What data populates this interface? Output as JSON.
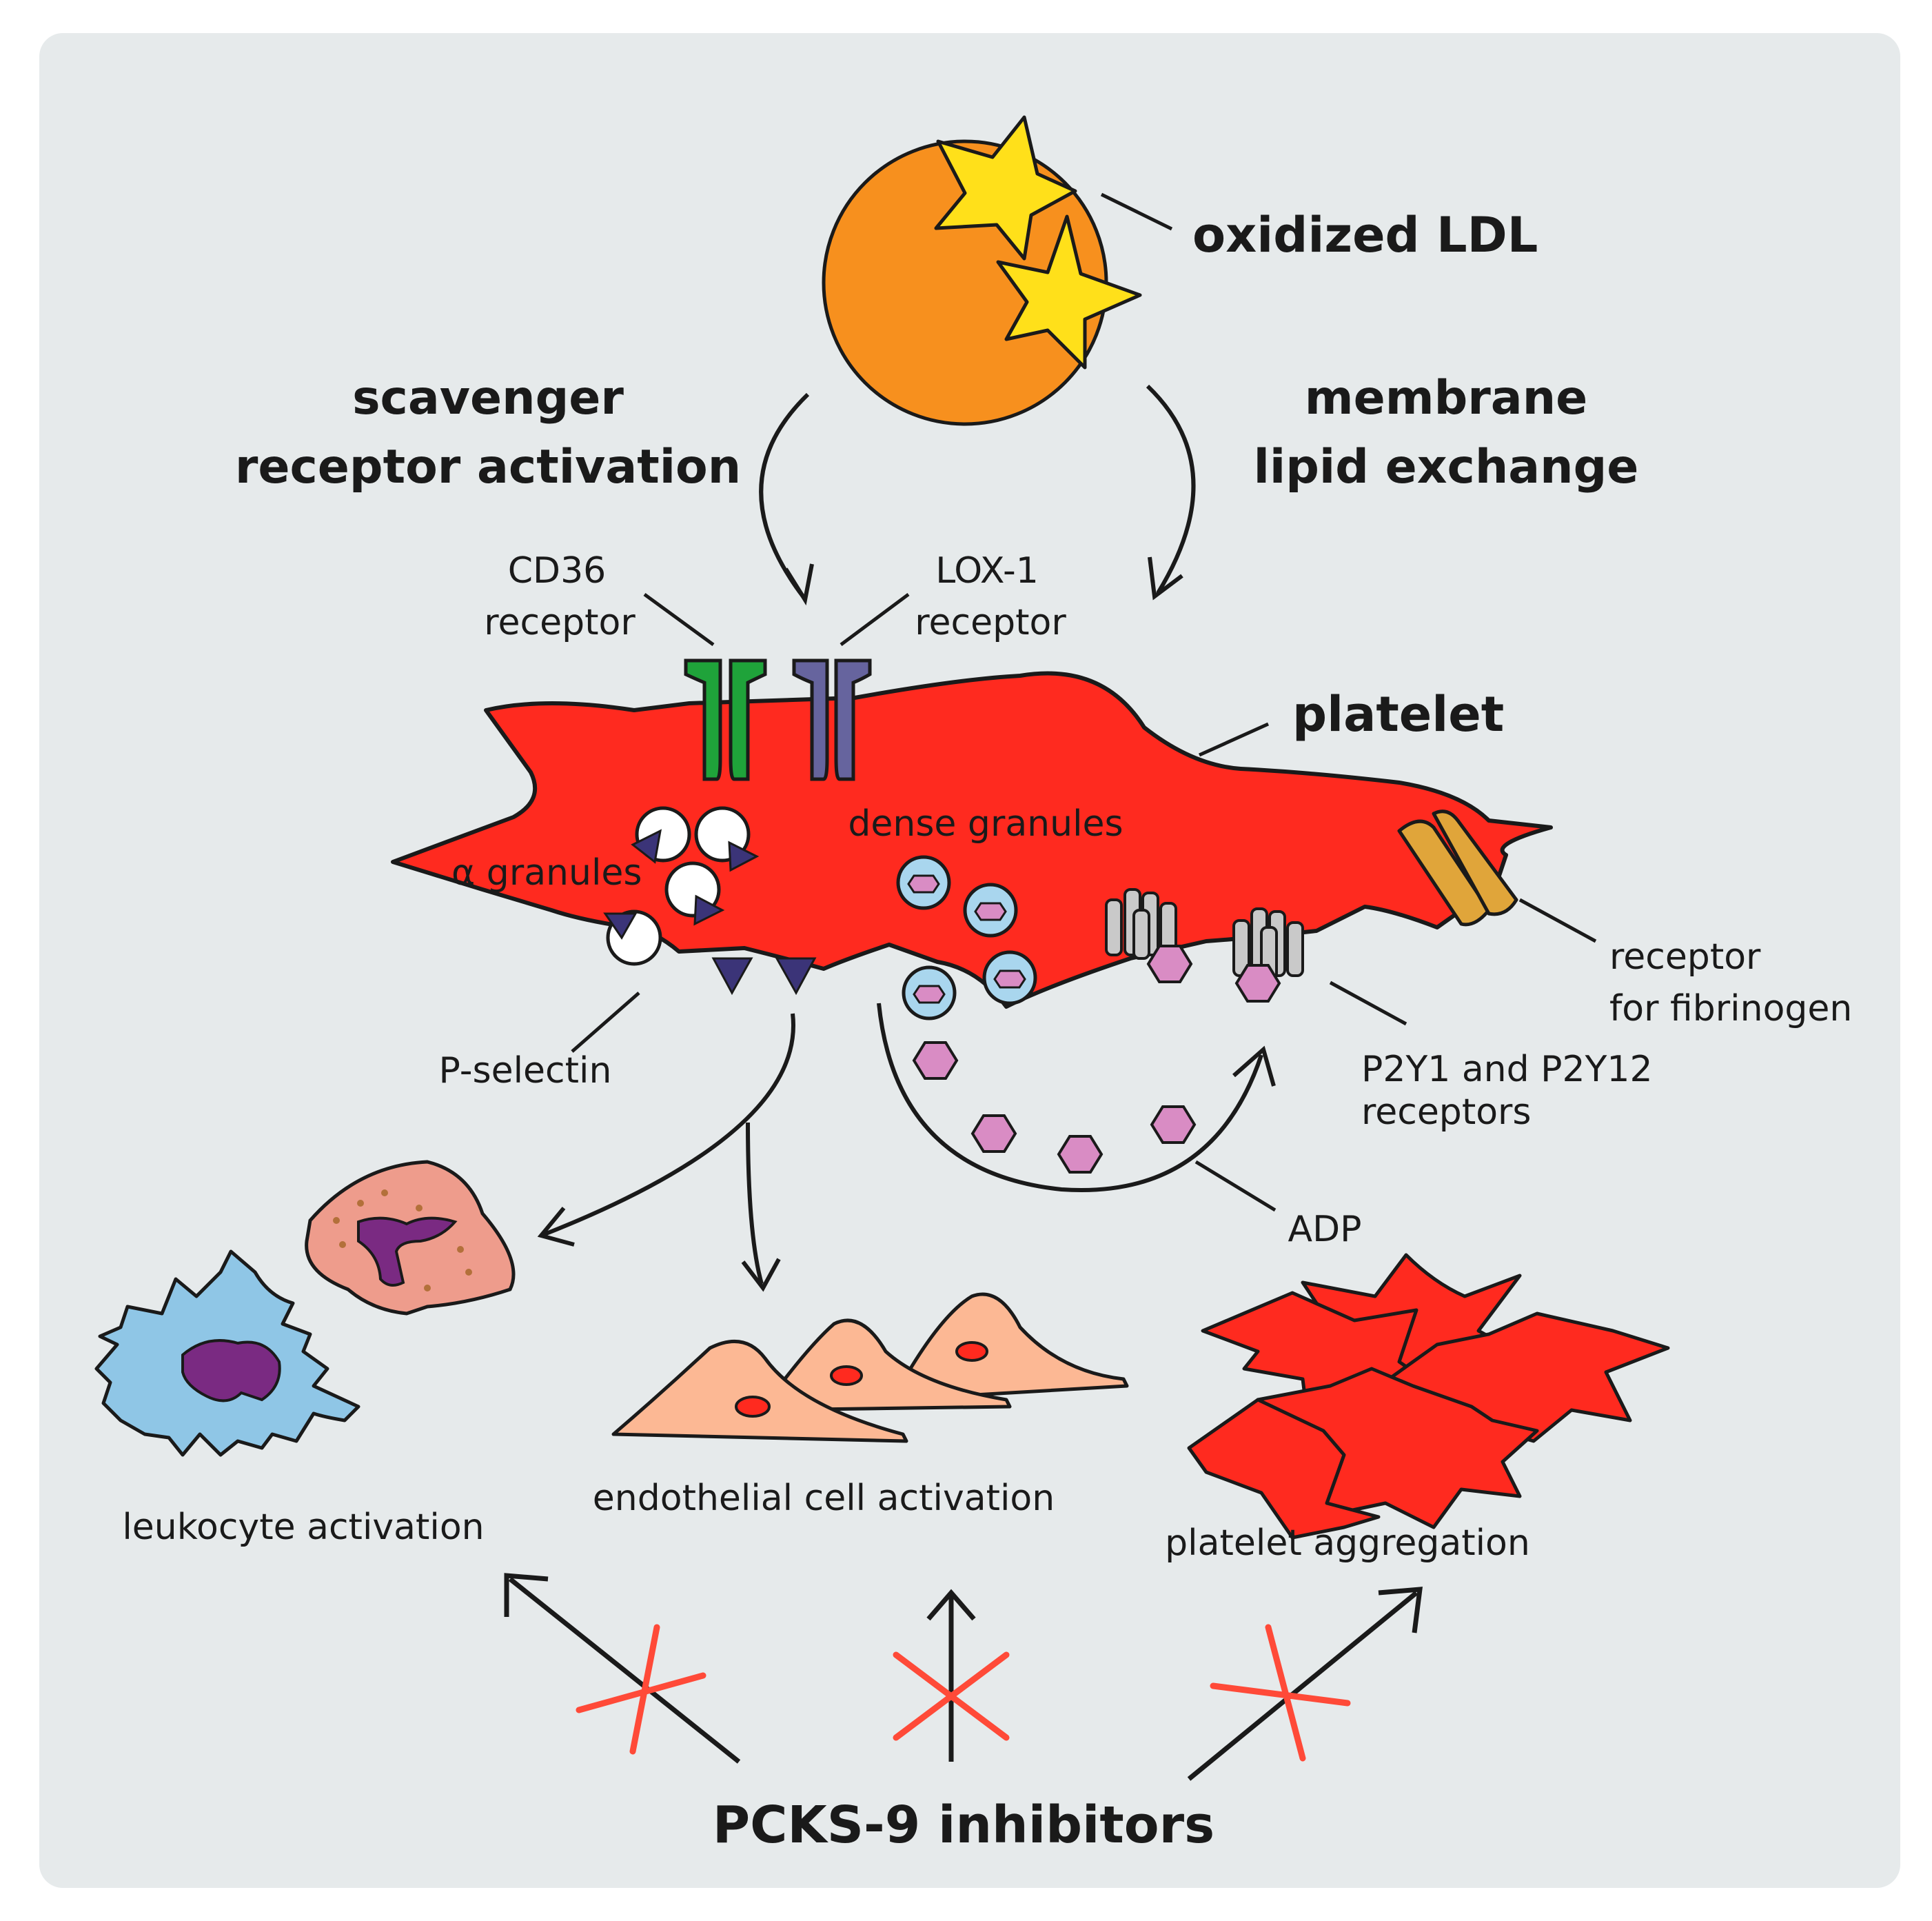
{
  "labels": {
    "oxidized_ldl": "oxidized LDL",
    "scavenger_line1": "scavenger",
    "scavenger_line2": "receptor activation",
    "membrane_line1": "membrane",
    "membrane_line2": "lipid exchange",
    "cd36_line1": "CD36",
    "cd36_line2": "receptor",
    "lox1_line1": "LOX-1",
    "lox1_line2": "receptor",
    "platelet": "platelet",
    "alpha_granules": "α granules",
    "dense_granules": "dense granules",
    "receptor_fibrinogen_line1": "receptor",
    "receptor_fibrinogen_line2": "for fibrinogen",
    "p_selectin": "P-selectin",
    "p2y_line1": "P2Y1 and P2Y12",
    "p2y_line2": "receptors",
    "adp": "ADP",
    "leukocyte_activation": "leukocyte activation",
    "endothelial_activation": "endothelial cell activation",
    "platelet_aggregation": "platelet aggregation",
    "inhibitors": "PCKS-9 inhibitors"
  },
  "colors": {
    "background": "#e6eaeb",
    "ldl": "#f7901e",
    "star": "#ffe01a",
    "platelet": "#ff2a1f",
    "cd36": "#1fa33a",
    "lox1": "#66649e",
    "fibrinogen_receptor": "#e0a53a",
    "granule_blue": "#a9d6ee",
    "adp": "#d98cc4",
    "leukocyte": "#8fc6e6",
    "nucleus": "#7a2a82",
    "monocyte": "#ee9c8c",
    "endothelial": "#fcb894",
    "block_x": "#ff4a38"
  }
}
